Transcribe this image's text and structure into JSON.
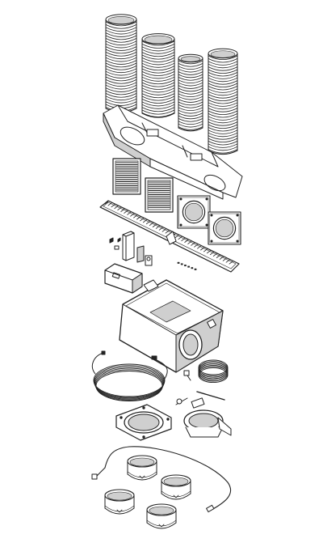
{
  "diagram": {
    "type": "exploded-view",
    "ink": "#222222",
    "shade": "#cfcfcf",
    "paper": "#ffffff",
    "parts": [
      {
        "id": "flex-duct-1",
        "icon": "flexible-duct-icon"
      },
      {
        "id": "flex-duct-2",
        "icon": "flexible-duct-icon"
      },
      {
        "id": "flex-duct-3",
        "icon": "flexible-duct-icon"
      },
      {
        "id": "flex-duct-4",
        "icon": "flexible-duct-icon"
      },
      {
        "id": "plenum-box",
        "icon": "plenum-icon"
      },
      {
        "id": "grille-1",
        "icon": "grille-icon"
      },
      {
        "id": "grille-2",
        "icon": "grille-icon"
      },
      {
        "id": "duct-flange-1",
        "icon": "flange-plate-icon"
      },
      {
        "id": "duct-flange-2",
        "icon": "flange-plate-icon"
      },
      {
        "id": "linear-grille",
        "icon": "linear-grille-icon"
      },
      {
        "id": "control-components",
        "icon": "sensor-icon"
      },
      {
        "id": "control-box",
        "icon": "control-box-icon"
      },
      {
        "id": "fan-housing",
        "icon": "fan-housing-icon"
      },
      {
        "id": "cable-coil",
        "icon": "cable-coil-icon"
      },
      {
        "id": "spring-coil",
        "icon": "coil-spring-icon"
      },
      {
        "id": "flange-ring",
        "icon": "flange-ring-icon"
      },
      {
        "id": "fan-damper",
        "icon": "damper-icon"
      },
      {
        "id": "wire-harness",
        "icon": "wire-icon"
      },
      {
        "id": "collar-1",
        "icon": "collar-icon"
      },
      {
        "id": "collar-2",
        "icon": "collar-icon"
      },
      {
        "id": "collar-3",
        "icon": "collar-icon"
      },
      {
        "id": "collar-4",
        "icon": "collar-icon"
      }
    ]
  }
}
